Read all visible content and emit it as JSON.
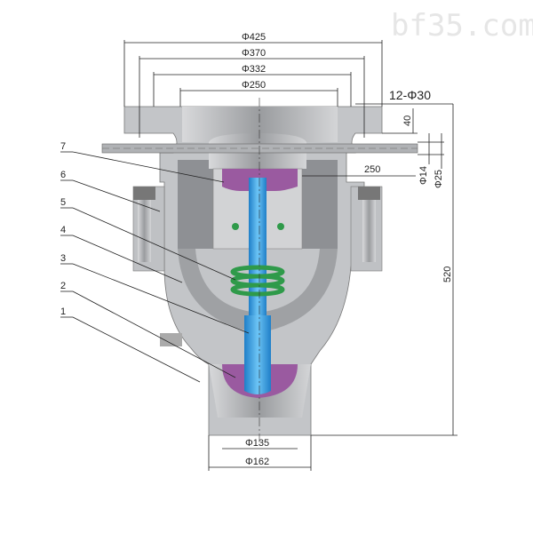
{
  "watermark": "bf35.com",
  "dimensions": {
    "d425": "Φ425",
    "d370": "Φ370",
    "d332": "Φ332",
    "d250": "Φ250",
    "bolt_holes": "12-Φ30",
    "flange_thickness": "40",
    "pipe_length": "250",
    "d14": "Φ14",
    "d25": "Φ25",
    "height": "520",
    "d135": "Φ135",
    "d162": "Φ162"
  },
  "part_labels": [
    "1",
    "2",
    "3",
    "4",
    "5",
    "6",
    "7"
  ],
  "colors": {
    "body": "#bfc1c4",
    "body_dark": "#8e9094",
    "stem": "#3aa0e0",
    "disc": "#9a5aa0",
    "spring": "#2f9a4a"
  }
}
